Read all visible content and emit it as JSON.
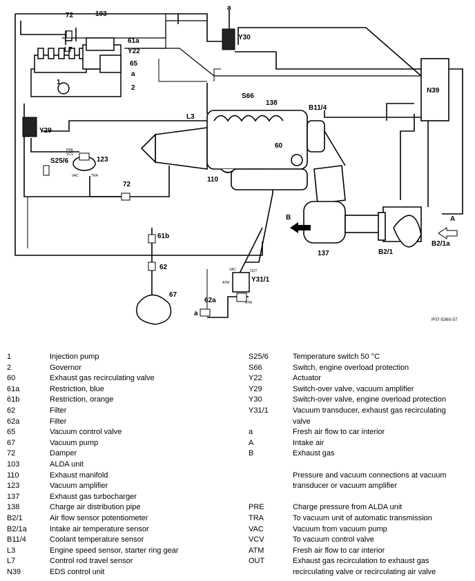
{
  "diagram": {
    "labels": {
      "n72_top": "72",
      "n103": "103",
      "l7": "L7",
      "n61a": "61a",
      "y22": "Y22",
      "n65": "65",
      "a_top": "a",
      "a_mid": "a",
      "n1": "1",
      "n2": "2",
      "y30": "Y30",
      "n39": "N39",
      "s66": "S66",
      "n138": "138",
      "l3": "L3",
      "b11_4": "B11/4",
      "y29": "Y29",
      "s25_6": "S25/6",
      "n123": "123",
      "n60": "60",
      "n110": "110",
      "n72_mid": "72",
      "b": "B",
      "a_cap": "A",
      "n137": "137",
      "b2_1": "B2/1",
      "b2_1a": "B2/1a",
      "n61b": "61b",
      "n62": "62",
      "n67": "67",
      "n62a": "62a",
      "a_bottom": "a",
      "y31_1": "Y31/1",
      "ref": "P07-5360-57",
      "pre": "PRE",
      "vcv": "VCV",
      "vac": "VAC",
      "tra": "TRA",
      "vac2": "VAC",
      "out": "OUT",
      "atm": "ATM",
      "atm2": "ATM"
    }
  },
  "legend_left": [
    {
      "code": "1",
      "desc": "Injection pump"
    },
    {
      "code": "2",
      "desc": "Governor"
    },
    {
      "code": "60",
      "desc": "Exhaust gas recirculating valve"
    },
    {
      "code": "61a",
      "desc": "Restriction, blue"
    },
    {
      "code": "61b",
      "desc": "Restriction, orange"
    },
    {
      "code": "62",
      "desc": "Filter"
    },
    {
      "code": "62a",
      "desc": "Filter"
    },
    {
      "code": "65",
      "desc": "Vacuum control valve"
    },
    {
      "code": "67",
      "desc": "Vacuum pump"
    },
    {
      "code": "72",
      "desc": "Damper"
    },
    {
      "code": "103",
      "desc": "ALDA unit"
    },
    {
      "code": "110",
      "desc": "Exhaust manifold"
    },
    {
      "code": "123",
      "desc": "Vacuum amplifier"
    },
    {
      "code": "137",
      "desc": "Exhaust gas turbocharger"
    },
    {
      "code": "138",
      "desc": "Charge air distribution pipe"
    },
    {
      "code": "B2/1",
      "desc": "Air flow sensor potentiometer"
    },
    {
      "code": "B2/1a",
      "desc": "Intake air temperature sensor"
    },
    {
      "code": "B11/4",
      "desc": "Coolant temperature sensor"
    },
    {
      "code": "L3",
      "desc": "Engine speed sensor, starter ring gear"
    },
    {
      "code": "L7",
      "desc": "Control rod travel sensor"
    },
    {
      "code": "N39",
      "desc": "EDS control unit"
    }
  ],
  "legend_right": {
    "items": [
      {
        "code": "S25/6",
        "desc": "Temperature switch 50 °C"
      },
      {
        "code": "S66",
        "desc": "Switch, engine overload protection"
      },
      {
        "code": "Y22",
        "desc": "Actuator"
      },
      {
        "code": "Y29",
        "desc": "Switch-over valve, vacuum amplifier"
      },
      {
        "code": "Y30",
        "desc": "Switch-over valve, engine overload protection"
      },
      {
        "code": "Y31/1",
        "desc": "Vacuum transducer, exhaust gas recirculating",
        "desc2": "valve"
      },
      {
        "code": "a",
        "desc": "Fresh air flow to car interior"
      },
      {
        "code": "A",
        "desc": "Intake air"
      },
      {
        "code": "B",
        "desc": "Exhaust gas"
      }
    ],
    "note_line1": "Pressure and vacuum connections at vacuum",
    "note_line2": "transducer or vacuum amplifier",
    "connections": [
      {
        "code": "PRE",
        "desc": "Charge pressure from ALDA unit"
      },
      {
        "code": "TRA",
        "desc": "To vacuum unit of automatic transmission"
      },
      {
        "code": "VAC",
        "desc": "Vacuum from vacuum pump"
      },
      {
        "code": "VCV",
        "desc": "To vacuum control valve"
      },
      {
        "code": "ATM",
        "desc": "Fresh air flow to car interior"
      },
      {
        "code": "OUT",
        "desc": "Exhaust gas recirculation to exhaust gas",
        "desc2": "recirculating valve or recirculating air valve"
      }
    ]
  }
}
